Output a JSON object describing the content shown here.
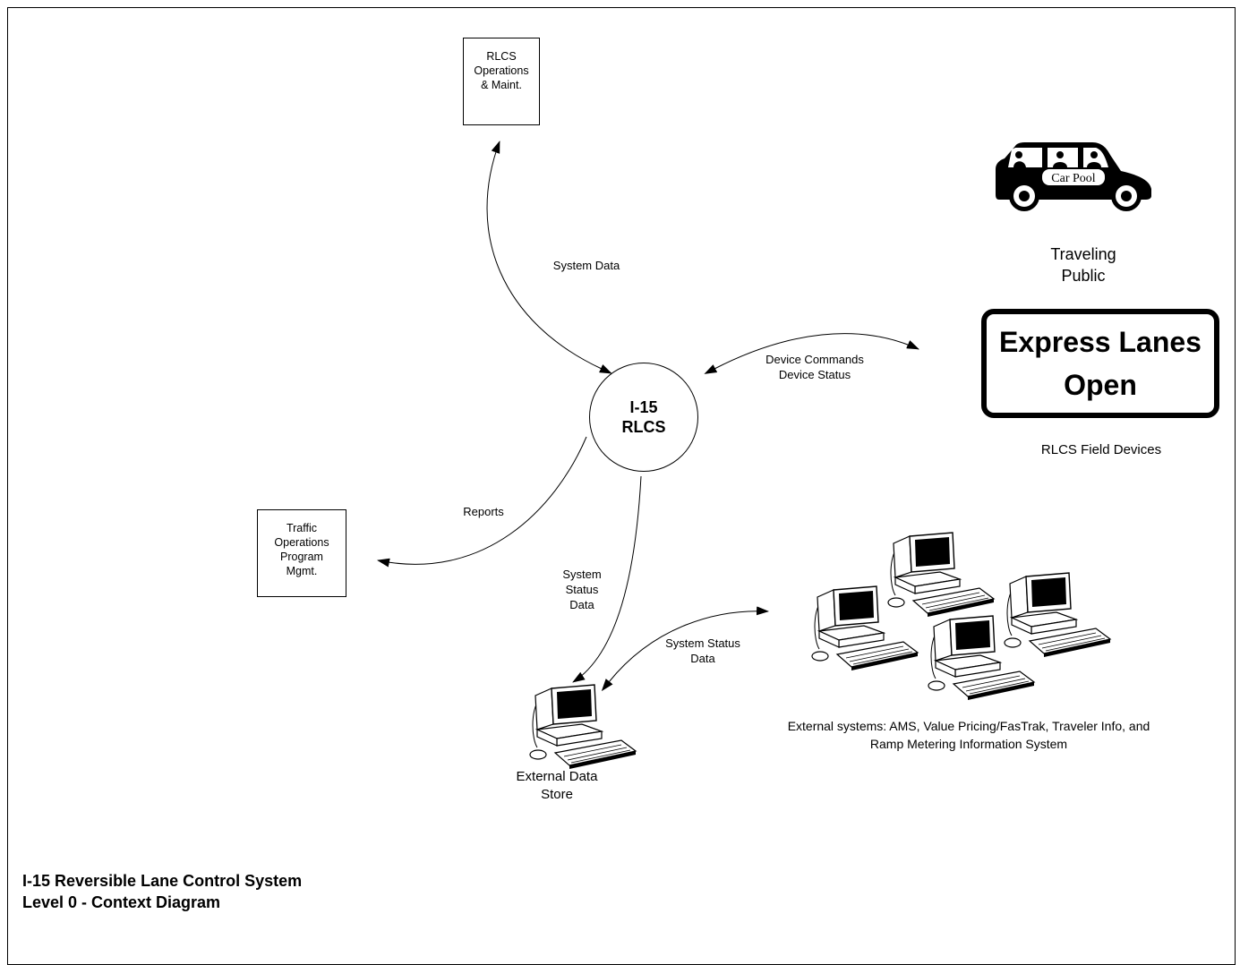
{
  "nodes": {
    "operations_maint": "RLCS\nOperations\n& Maint.",
    "central_process": "I-15\nRLCS",
    "traffic_ops": "Traffic\nOperations\nProgram\nMgmt.",
    "traveling_public": "Traveling\nPublic",
    "express_sign": "Express Lanes\nOpen",
    "field_devices": "RLCS Field Devices",
    "external_data_store": "External Data\nStore",
    "external_systems": "External systems: AMS, Value Pricing/FasTrak, Traveler Info, and\nRamp Metering Information System",
    "carpool_text": "Car Pool"
  },
  "flows": {
    "system_data": "System Data",
    "device_commands": "Device Commands\nDevice Status",
    "reports": "Reports",
    "system_status_data": "System\nStatus\nData",
    "system_status_data_ext": "System Status\nData"
  },
  "caption": {
    "line1": "I-15 Reversible Lane Control System",
    "line2": "Level 0 - Context Diagram"
  },
  "icons": [
    "carpool-van-icon",
    "computer-workstation-icon"
  ]
}
